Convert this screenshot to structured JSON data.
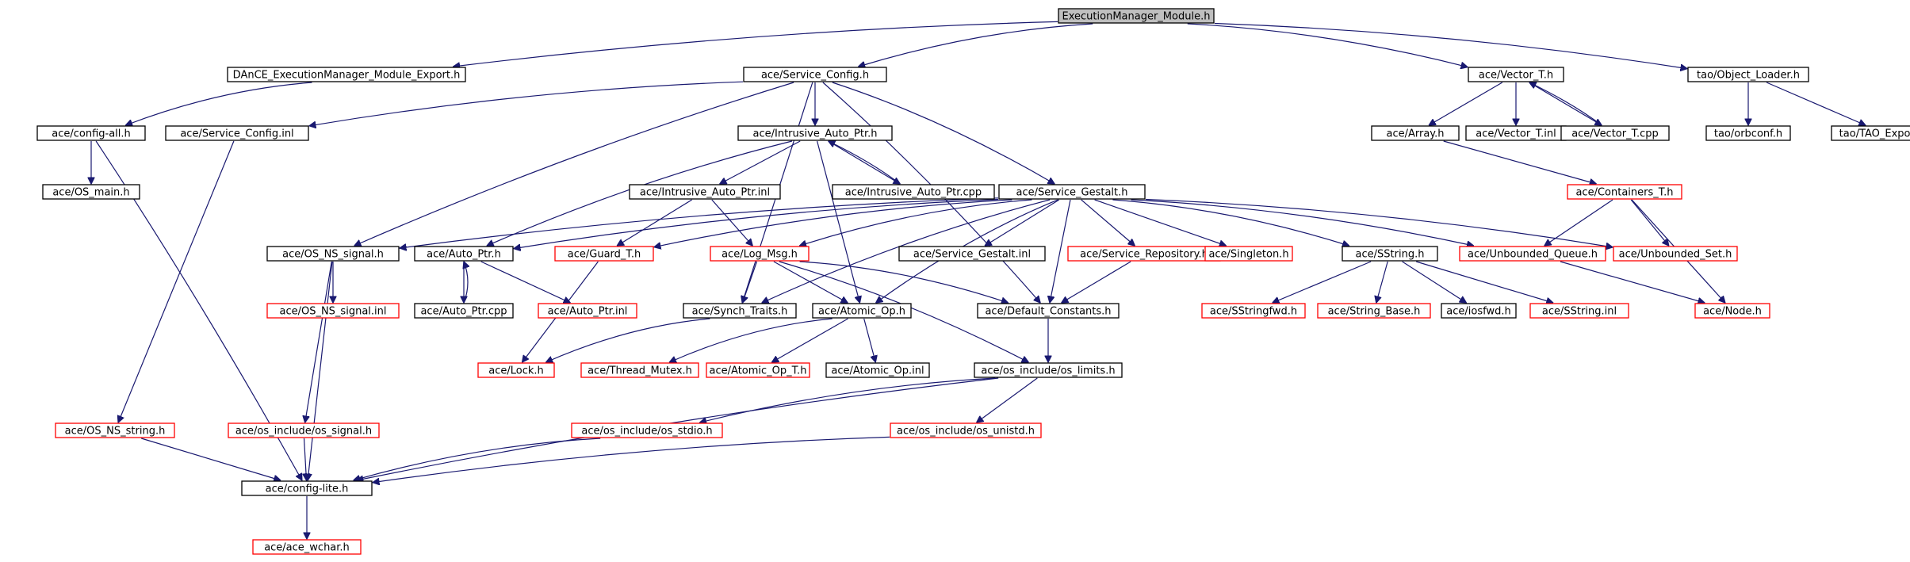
{
  "colors": {
    "edge": "#191970",
    "border": "#000000",
    "missing_border": "#ff0000",
    "root_fill": "#bfbfbf"
  },
  "nodes": [
    {
      "id": "n0",
      "label": "ExecutionManager_Module.h",
      "kind": "root"
    },
    {
      "id": "n1",
      "label": "DAnCE_ExecutionManager_Module_Export.h",
      "kind": "normal"
    },
    {
      "id": "n2",
      "label": "ace/Service_Config.h",
      "kind": "normal"
    },
    {
      "id": "n3",
      "label": "ace/Vector_T.h",
      "kind": "normal"
    },
    {
      "id": "n4",
      "label": "tao/Object_Loader.h",
      "kind": "normal"
    },
    {
      "id": "n5",
      "label": "ace/config-all.h",
      "kind": "normal"
    },
    {
      "id": "n6",
      "label": "ace/Service_Config.inl",
      "kind": "normal"
    },
    {
      "id": "n7",
      "label": "ace/Intrusive_Auto_Ptr.h",
      "kind": "normal"
    },
    {
      "id": "n8",
      "label": "ace/Array.h",
      "kind": "normal"
    },
    {
      "id": "n9",
      "label": "ace/Vector_T.inl",
      "kind": "normal"
    },
    {
      "id": "n10",
      "label": "ace/Vector_T.cpp",
      "kind": "normal"
    },
    {
      "id": "n11",
      "label": "tao/orbconf.h",
      "kind": "normal"
    },
    {
      "id": "n12",
      "label": "tao/TAO_Export.h",
      "kind": "normal"
    },
    {
      "id": "n13",
      "label": "ace/OS_main.h",
      "kind": "normal"
    },
    {
      "id": "n14",
      "label": "ace/Intrusive_Auto_Ptr.inl",
      "kind": "normal"
    },
    {
      "id": "n15",
      "label": "ace/Intrusive_Auto_Ptr.cpp",
      "kind": "normal"
    },
    {
      "id": "n16",
      "label": "ace/Service_Gestalt.h",
      "kind": "normal"
    },
    {
      "id": "n17",
      "label": "ace/Containers_T.h",
      "kind": "missing"
    },
    {
      "id": "n18",
      "label": "ace/OS_NS_signal.h",
      "kind": "normal"
    },
    {
      "id": "n19",
      "label": "ace/Auto_Ptr.h",
      "kind": "normal"
    },
    {
      "id": "n20",
      "label": "ace/Guard_T.h",
      "kind": "missing"
    },
    {
      "id": "n21",
      "label": "ace/Log_Msg.h",
      "kind": "missing"
    },
    {
      "id": "n22",
      "label": "ace/Service_Gestalt.inl",
      "kind": "normal"
    },
    {
      "id": "n23",
      "label": "ace/Service_Repository.h",
      "kind": "missing"
    },
    {
      "id": "n24",
      "label": "ace/Singleton.h",
      "kind": "missing"
    },
    {
      "id": "n25",
      "label": "ace/SString.h",
      "kind": "normal"
    },
    {
      "id": "n26",
      "label": "ace/Unbounded_Queue.h",
      "kind": "missing"
    },
    {
      "id": "n27",
      "label": "ace/Unbounded_Set.h",
      "kind": "missing"
    },
    {
      "id": "n28",
      "label": "ace/OS_NS_signal.inl",
      "kind": "missing"
    },
    {
      "id": "n29",
      "label": "ace/Auto_Ptr.cpp",
      "kind": "normal"
    },
    {
      "id": "n30",
      "label": "ace/Auto_Ptr.inl",
      "kind": "missing"
    },
    {
      "id": "n31",
      "label": "ace/Synch_Traits.h",
      "kind": "normal"
    },
    {
      "id": "n32",
      "label": "ace/Atomic_Op.h",
      "kind": "normal"
    },
    {
      "id": "n33",
      "label": "ace/Default_Constants.h",
      "kind": "normal"
    },
    {
      "id": "n34",
      "label": "ace/SStringfwd.h",
      "kind": "missing"
    },
    {
      "id": "n35",
      "label": "ace/String_Base.h",
      "kind": "missing"
    },
    {
      "id": "n36",
      "label": "ace/iosfwd.h",
      "kind": "normal"
    },
    {
      "id": "n37",
      "label": "ace/SString.inl",
      "kind": "missing"
    },
    {
      "id": "n38",
      "label": "ace/Node.h",
      "kind": "missing"
    },
    {
      "id": "n39",
      "label": "ace/Lock.h",
      "kind": "missing"
    },
    {
      "id": "n40",
      "label": "ace/Thread_Mutex.h",
      "kind": "missing"
    },
    {
      "id": "n41",
      "label": "ace/Atomic_Op_T.h",
      "kind": "missing"
    },
    {
      "id": "n42",
      "label": "ace/Atomic_Op.inl",
      "kind": "normal"
    },
    {
      "id": "n43",
      "label": "ace/os_include/os_limits.h",
      "kind": "normal"
    },
    {
      "id": "n44",
      "label": "ace/OS_NS_string.h",
      "kind": "missing"
    },
    {
      "id": "n45",
      "label": "ace/os_include/os_signal.h",
      "kind": "missing"
    },
    {
      "id": "n46",
      "label": "ace/os_include/os_stdio.h",
      "kind": "missing"
    },
    {
      "id": "n47",
      "label": "ace/os_include/os_unistd.h",
      "kind": "missing"
    },
    {
      "id": "n48",
      "label": "ace/config-lite.h",
      "kind": "normal"
    },
    {
      "id": "n49",
      "label": "ace/ace_wchar.h",
      "kind": "missing"
    }
  ],
  "edges": [
    [
      "n0",
      "n1"
    ],
    [
      "n0",
      "n2"
    ],
    [
      "n0",
      "n3"
    ],
    [
      "n0",
      "n4"
    ],
    [
      "n1",
      "n5"
    ],
    [
      "n2",
      "n6"
    ],
    [
      "n2",
      "n7"
    ],
    [
      "n2",
      "n16"
    ],
    [
      "n2",
      "n18"
    ],
    [
      "n2",
      "n31"
    ],
    [
      "n2",
      "n33"
    ],
    [
      "n3",
      "n8"
    ],
    [
      "n3",
      "n9"
    ],
    [
      "n3",
      "n10"
    ],
    [
      "n10",
      "n3"
    ],
    [
      "n4",
      "n11"
    ],
    [
      "n4",
      "n12"
    ],
    [
      "n5",
      "n13"
    ],
    [
      "n5",
      "n48"
    ],
    [
      "n6",
      "n44"
    ],
    [
      "n7",
      "n14"
    ],
    [
      "n7",
      "n15"
    ],
    [
      "n15",
      "n7"
    ],
    [
      "n7",
      "n19"
    ],
    [
      "n7",
      "n32"
    ],
    [
      "n8",
      "n17"
    ],
    [
      "n14",
      "n20"
    ],
    [
      "n14",
      "n21"
    ],
    [
      "n16",
      "n18"
    ],
    [
      "n16",
      "n19"
    ],
    [
      "n16",
      "n20"
    ],
    [
      "n16",
      "n21"
    ],
    [
      "n16",
      "n22"
    ],
    [
      "n16",
      "n23"
    ],
    [
      "n16",
      "n24"
    ],
    [
      "n16",
      "n25"
    ],
    [
      "n16",
      "n26"
    ],
    [
      "n16",
      "n27"
    ],
    [
      "n16",
      "n31"
    ],
    [
      "n16",
      "n32"
    ],
    [
      "n16",
      "n33"
    ],
    [
      "n17",
      "n26"
    ],
    [
      "n17",
      "n27"
    ],
    [
      "n17",
      "n38"
    ],
    [
      "n18",
      "n28"
    ],
    [
      "n18",
      "n45"
    ],
    [
      "n18",
      "n48"
    ],
    [
      "n19",
      "n29"
    ],
    [
      "n29",
      "n19"
    ],
    [
      "n19",
      "n30"
    ],
    [
      "n20",
      "n39"
    ],
    [
      "n21",
      "n31"
    ],
    [
      "n21",
      "n32"
    ],
    [
      "n21",
      "n33"
    ],
    [
      "n21",
      "n43"
    ],
    [
      "n23",
      "n33"
    ],
    [
      "n25",
      "n34"
    ],
    [
      "n25",
      "n35"
    ],
    [
      "n25",
      "n36"
    ],
    [
      "n25",
      "n37"
    ],
    [
      "n26",
      "n38"
    ],
    [
      "n31",
      "n39"
    ],
    [
      "n32",
      "n40"
    ],
    [
      "n32",
      "n41"
    ],
    [
      "n32",
      "n42"
    ],
    [
      "n33",
      "n43"
    ],
    [
      "n43",
      "n46"
    ],
    [
      "n43",
      "n47"
    ],
    [
      "n43",
      "n48"
    ],
    [
      "n44",
      "n48"
    ],
    [
      "n45",
      "n48"
    ],
    [
      "n46",
      "n48"
    ],
    [
      "n47",
      "n48"
    ],
    [
      "n48",
      "n49"
    ]
  ]
}
